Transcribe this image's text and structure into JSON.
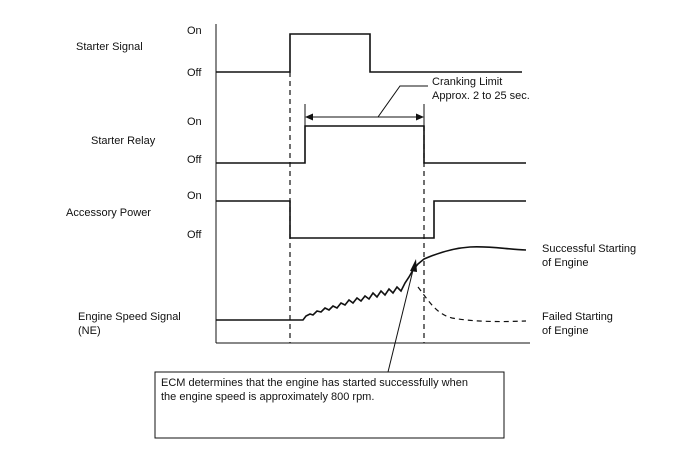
{
  "signals": {
    "starter_signal": {
      "label": "Starter Signal",
      "on": "On",
      "off": "Off"
    },
    "starter_relay": {
      "label": "Starter Relay",
      "on": "On",
      "off": "Off"
    },
    "accessory_power": {
      "label": "Accessory Power",
      "on": "On",
      "off": "Off"
    },
    "engine_speed": {
      "label_line1": "Engine Speed Signal",
      "label_line2": "(NE)"
    }
  },
  "cranking_limit": {
    "line1": "Cranking Limit",
    "line2": "Approx. 2 to 25 sec."
  },
  "outcomes": {
    "success_line1": "Successful Starting",
    "success_line2": "of Engine",
    "failure_line1": "Failed Starting",
    "failure_line2": "of Engine"
  },
  "note": {
    "line1": "ECM determines that the engine has started successfully when",
    "line2": "the engine speed is approximately 800 rpm."
  }
}
